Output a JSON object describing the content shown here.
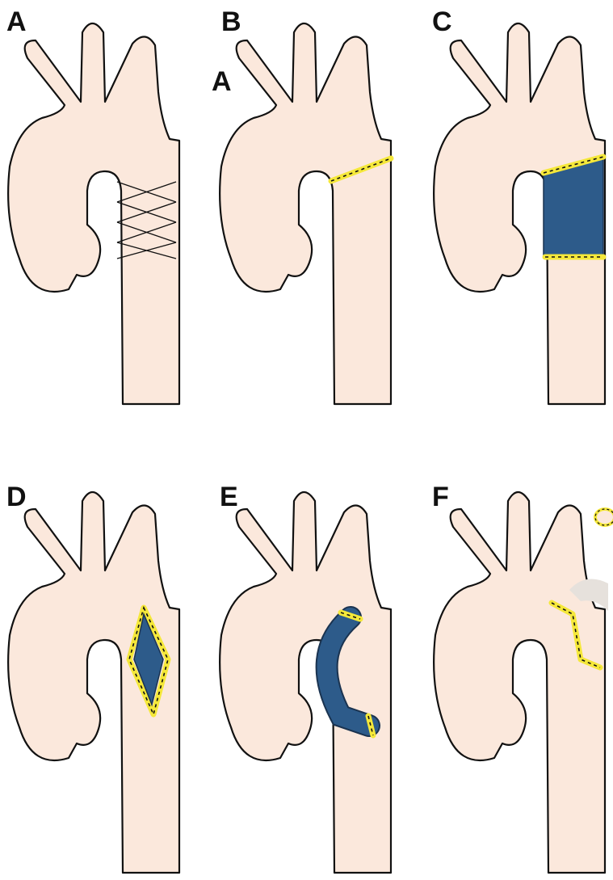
{
  "panels": [
    {
      "label": "A"
    },
    {
      "label": "B"
    },
    {
      "label": "C"
    },
    {
      "label": "D"
    },
    {
      "label": "E"
    },
    {
      "label": "F"
    }
  ],
  "stray_label": "A",
  "colors": {
    "vessel_fill": "#fbe8dc",
    "outline": "#111111",
    "suture": "#f5e83a",
    "graft": "#2d5b8a"
  }
}
